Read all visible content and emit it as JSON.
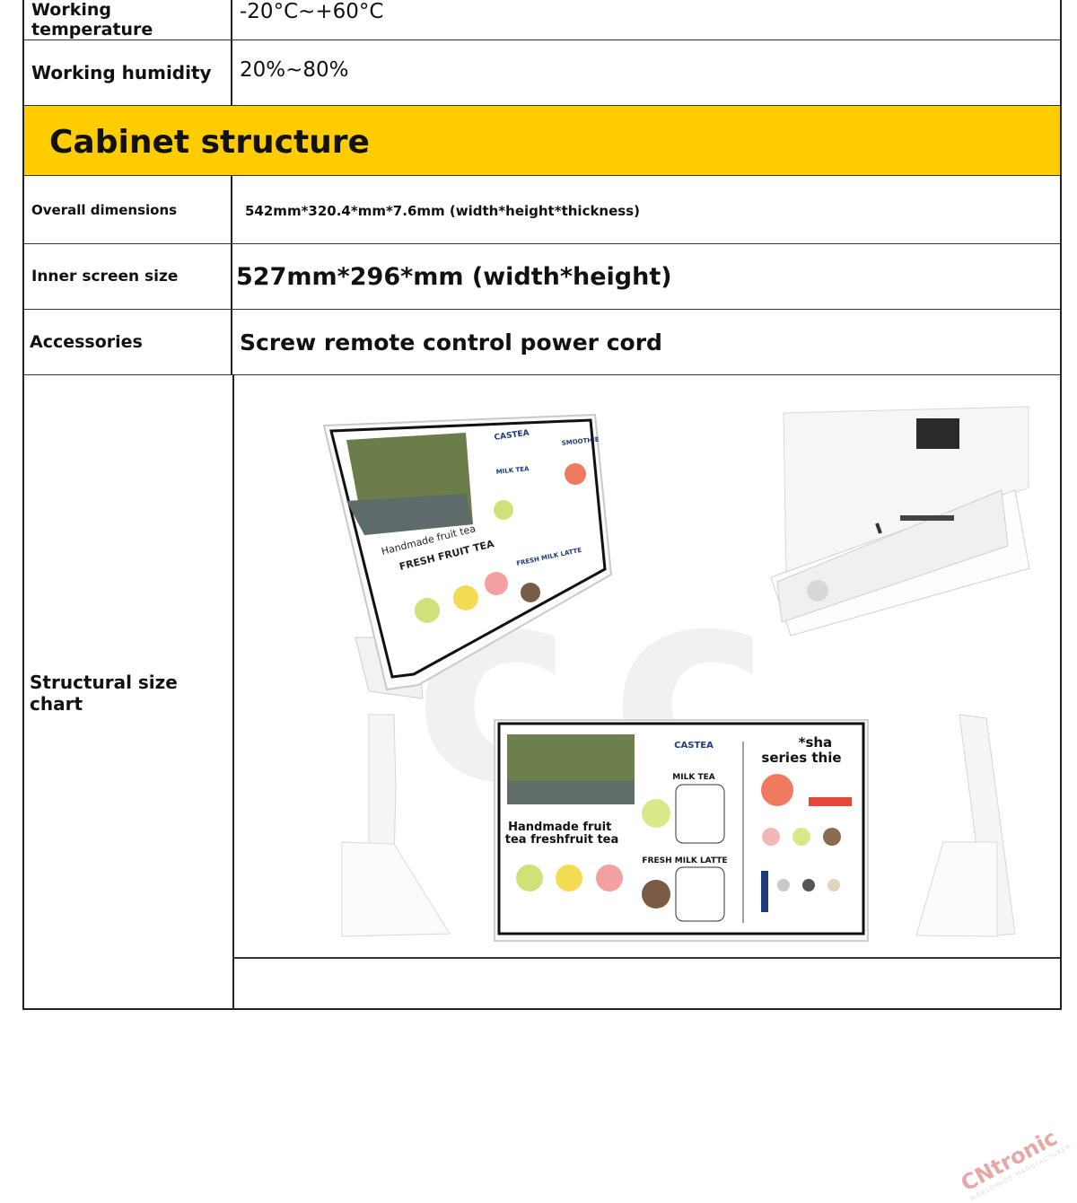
{
  "rows": {
    "temperature": {
      "label": "Working temperature",
      "value": "-20°C~+60°C"
    },
    "humidity": {
      "label": "Working humidity",
      "value": "20%~80%"
    },
    "section": {
      "title": "Cabinet structure"
    },
    "dimensions": {
      "label": "Overall dimensions",
      "value": "542mm*320.4*mm*7.6mm (width*height*thickness)"
    },
    "inner_screen": {
      "label": "Inner screen size",
      "value": "527mm*296*mm (width*height)"
    },
    "accessories": {
      "label": "Accessories",
      "value": "Screw remote control power cord"
    },
    "chart": {
      "label": "Structural size chart"
    }
  },
  "menu_left": {
    "brand": "CASTEA",
    "milk_tea": "MILK TEA",
    "fresh_milk_latte": "FRESH MILK LATTE",
    "handmade_small": "Handmade fruit tea",
    "fresh_fruit_tea": "FRESH FRUIT TEA",
    "smoothie": "SMOOTHIE"
  },
  "menu_front": {
    "brand": "CASTEA",
    "milk_tea": "MILK TEA",
    "fresh_milk_latte": "FRESH MILK LATTE",
    "handmade": "Handmade fruit tea freshfruit tea",
    "sha": "*sha series thie"
  },
  "watermark": {
    "brand": "CNtronic",
    "tagline": "WORLDWIDE MANUFACTURER"
  },
  "colors": {
    "banner": "#ffcc00",
    "watermark": "#e7a7a7"
  }
}
